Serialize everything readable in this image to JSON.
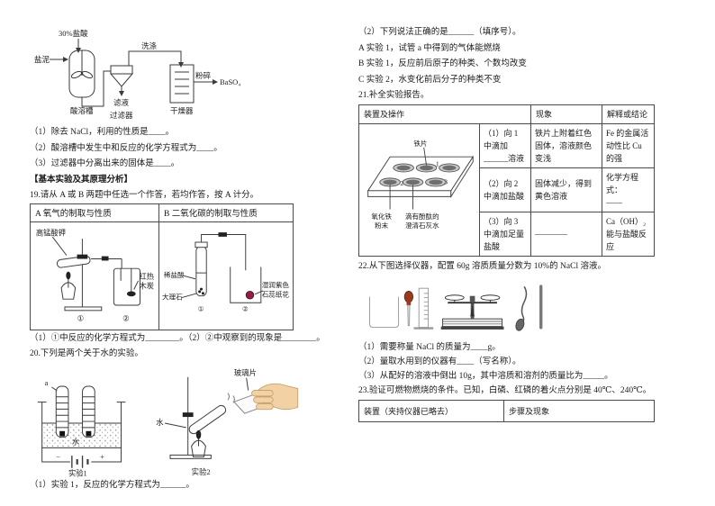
{
  "page": {
    "bg": "#ffffff",
    "text": "#1a1a1a",
    "border": "#4a4a4a"
  },
  "left": {
    "flow": {
      "acid": "30%盐酸",
      "salt_mud": "盐泥",
      "tank": "酸溶槽",
      "filtrate": "滤液",
      "filter": "过滤器",
      "wash": "洗涤",
      "dryer": "干燥器",
      "crush": "粉碎",
      "product": "BaSO₄"
    },
    "q18": [
      "（1）除去 NaCl，利用的性质是____。",
      "（2）酸溶槽中发生中和反应的化学方程式为____。",
      "（3）过滤器中分离出来的固体是____。"
    ],
    "section_heading": "【基本实验及其原理分析】",
    "q19_intro": "19.请从 A 或 B 两题中任选一个作答，若均作答，按 A 计分。",
    "q19": {
      "header_a": "A 氧气的制取与性质",
      "header_b": "B 二氧化碳的制取与性质",
      "a": {
        "kmno4": "高锰酸钾",
        "charcoal1": "红热",
        "charcoal2": "木炭",
        "n1": "①",
        "n2": "②"
      },
      "b": {
        "acid": "稀盐酸",
        "marble": "大理石",
        "litmus1": "湿润紫色",
        "litmus2": "石蕊纸花",
        "n1": "①",
        "n2": "②"
      },
      "questions": "（1）①中反应的化学方程式为________。（2）②中观察到的现象是________。"
    },
    "q20_intro": "20.下列是两个关于水的实验。",
    "q20": {
      "exp1": {
        "a": "a",
        "water": "水",
        "minus": "−",
        "plus": "+",
        "caption": "实验1"
      },
      "exp2": {
        "glass": "玻璃片",
        "water": "水",
        "caption": "实验2"
      },
      "q1": "（1）实验 1，反应的化学方程式为______。"
    }
  },
  "right": {
    "q20_q2": "（2）下列说法正确的是______（填序号）。",
    "options": [
      "A 实验 1，试管 a 中得到的气体能燃烧",
      "B 实验 1，反应前后原子的种类、个数均改变",
      "C 实验 2，水变化前后分子的种类不变"
    ],
    "q21_intro": "21.补全实验报告。",
    "q21": {
      "headers": [
        "装置及操作",
        "现象",
        "解释或结论"
      ],
      "plate": {
        "iron": "铁片",
        "n1": "1",
        "n2": "2",
        "n3": "3",
        "oxide1": "氧化铁",
        "oxide2": "粉末",
        "lime1": "滴有酚酞的",
        "lime2": "澄清石灰水"
      },
      "rows": [
        {
          "op": "（1）向 1 中滴加______溶液",
          "ph": "铁片上附着红色固体，溶液颜色变浅",
          "con": "Fe 的金属活动性比 Cu 的强"
        },
        {
          "op": "（2）向 2 中滴加盐酸",
          "ph": "固体减少，得到黄色溶液",
          "con": "化学方程式：\n——"
        },
        {
          "op": "（3）向 3 中滴加足量盐酸",
          "ph": "————",
          "con": "Ca（OH）₂能与盐酸反应"
        }
      ]
    },
    "q22_intro": "22.从下图选择仪器，配置 60g 溶质质量分数为 10%的 NaCl 溶液。",
    "apparatus_icons": [
      "beaker-icon",
      "dropper-icon",
      "graduated-cylinder-icon",
      "balance-icon",
      "spoon-icon",
      "glass-rod-icon"
    ],
    "q22_questions": [
      "（1）需要称量 NaCl 的质量为____g。",
      "（2）量取水用到的仪器有____（写名称）。",
      "（3）从配好的溶液中倒出 10g，其中溶质和溶剂的质量比为_____。"
    ],
    "q23_intro": "23.验证可燃物燃烧的条件。已知，白磷、红磷的着火点分别是 40℃、240℃。",
    "q23": {
      "headers": [
        "装置（夹持仪器已略去）",
        "步骤及现象"
      ]
    }
  },
  "colors": {
    "flower": "#8c2240",
    "dropper_bulb": "#983a20",
    "skin": "#f2d2a4",
    "well": "#6e6e6e"
  }
}
